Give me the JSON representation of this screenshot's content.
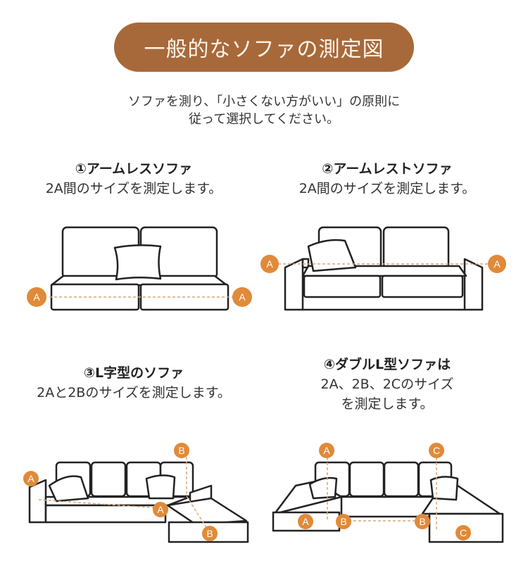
{
  "header": {
    "title": "一般的なソファの測定図"
  },
  "intro": {
    "line1": "ソファを測り、「小さくない方がいい」の原則に",
    "line2": "従って選択してください。"
  },
  "sections": [
    {
      "heading": "①アームレスソファ",
      "text": [
        "2A間のサイズを測定します。"
      ]
    },
    {
      "heading": "②アームレストソファ",
      "text": [
        "2A間のサイズを測定します。"
      ]
    },
    {
      "heading": "③L字型のソファ",
      "text": [
        "2Aと2Bのサイズを測定します。"
      ]
    },
    {
      "heading": "④ダブルL型ソファは",
      "text": [
        "2A、2B、2Cのサイズ",
        "を測定します。"
      ]
    }
  ],
  "labels": {
    "a": "A",
    "b": "B",
    "c": "C"
  },
  "colors": {
    "title_bg": "#a8693a",
    "badge": "#e08a3a"
  }
}
